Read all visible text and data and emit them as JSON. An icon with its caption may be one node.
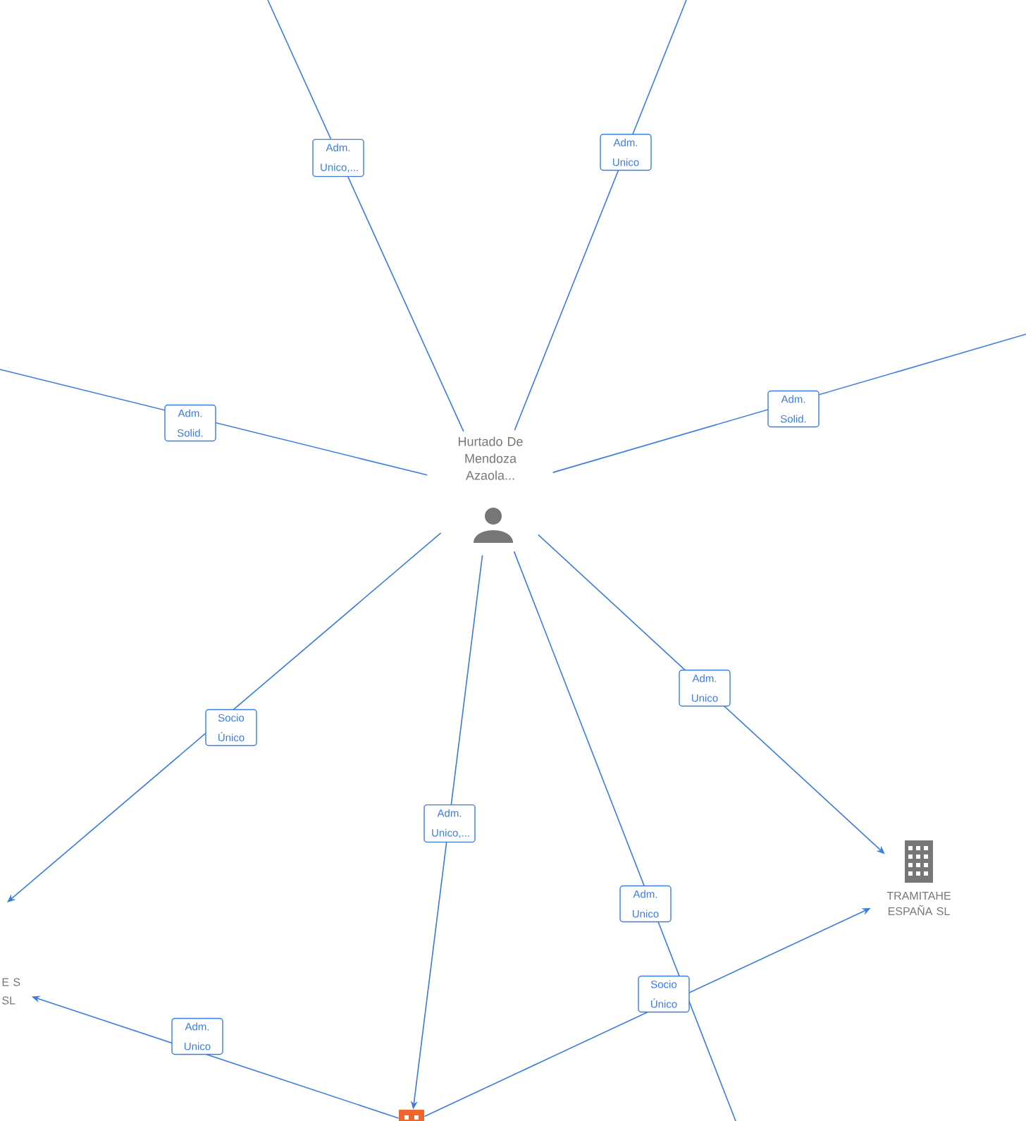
{
  "diagram": {
    "nodes": [
      {
        "text": [
          "Hurtado De Mendoza Azaola..."
        ]
      },
      {
        "text": [
          "TRAMITAHE ESPAÑA SL"
        ]
      },
      {
        "text": [
          "E S SL"
        ]
      },
      {
        "text": [],
        "shape": "building"
      }
    ],
    "edges": [
      {
        "from": 0,
        "to": null,
        "arrow": "none",
        "label": "Adm. Unico,..."
      },
      {
        "from": 0,
        "to": null,
        "arrow": "none",
        "label": "Adm. Unico"
      },
      {
        "from": 0,
        "to": null,
        "arrow": "none",
        "label": "Adm. Solid."
      },
      {
        "from": 0,
        "to": null,
        "arrow": "none",
        "label": "Adm. Solid."
      },
      {
        "from": 0,
        "to": 1,
        "arrow": "to",
        "label": "Adm. Unico"
      },
      {
        "from": 0,
        "to": null,
        "arrow": "to",
        "label": "Socio Único"
      },
      {
        "from": 0,
        "to": 3,
        "arrow": "to",
        "label": "Adm. Unico,..."
      },
      {
        "from": 0,
        "to": null,
        "arrow": "none",
        "label": "Adm. Unico"
      },
      {
        "from": 3,
        "to": 1,
        "arrow": "to",
        "label": "Socio Único"
      },
      {
        "from": 3,
        "to": 2,
        "arrow": "to",
        "label": "Adm. Unico"
      }
    ]
  }
}
